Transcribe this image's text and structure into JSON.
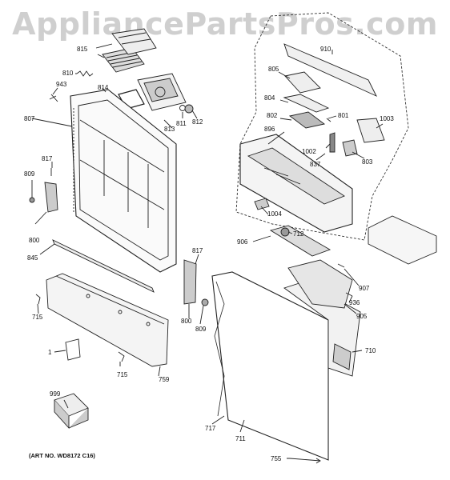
{
  "watermark": "AppliancePartsPros.com",
  "art_number": "(ART NO. WD8172 C16)",
  "part_labels": [
    "815",
    "810",
    "943",
    "814",
    "807",
    "813",
    "811",
    "812",
    "817",
    "809",
    "800",
    "845",
    "715",
    "1",
    "759",
    "999",
    "910",
    "805",
    "804",
    "801",
    "802",
    "1003",
    "896",
    "1002",
    "837",
    "803",
    "1004",
    "712",
    "906",
    "817",
    "800",
    "809",
    "907",
    "936",
    "905",
    "710",
    "717",
    "711",
    "755"
  ]
}
